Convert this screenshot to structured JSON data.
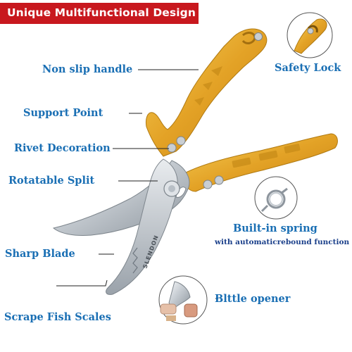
{
  "banner": {
    "title": "Unique Multifunctional Design"
  },
  "labels": {
    "non_slip_handle": "Non slip handle",
    "safety_lock": "Safety Lock",
    "support_point": "Support Point",
    "rivet_decoration": "Rivet Decoration",
    "rotatable_split": "Rotatable Split",
    "built_in_spring": "Built-in spring",
    "built_in_spring_sub": "with automaticrebound function",
    "sharp_blade": "Sharp Blade",
    "bottle_opener": "Blttle opener",
    "scrape_fish_scales": "Scrape Fish Scales"
  },
  "blade_brand": "SLENDON",
  "colors": {
    "banner": "#c8181e",
    "label_blue": "#1a6fb4",
    "handle_gold": "#e8a92a",
    "blade_steel": "#c9ced3",
    "leader_line": "#222222"
  },
  "icons": [
    "scissors-product-image",
    "safety-lock-closeup",
    "spring-closeup",
    "bottle-opener-closeup"
  ]
}
